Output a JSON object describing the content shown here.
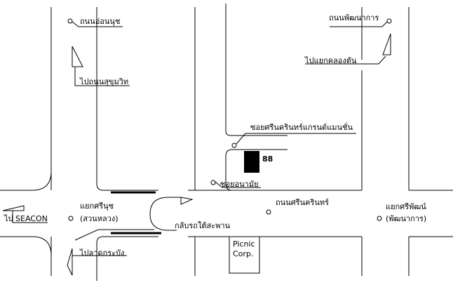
{
  "map": {
    "labels": {
      "road_onnut": "ถนนอ่อนนุช",
      "road_phatthanakan_top": "ถนนพัฒนาการ",
      "to_sukhumvit": "ไปถนนสุขุมวิท",
      "to_khlong_ton": "ไปแยกคลองตัน",
      "soi_srinagarindra_grand": "ซอยศรีนครินทร์แกรนด์แมนชั่น",
      "building_number": "88",
      "soi_anamai": "ซอยอนามัย",
      "to_seacon": "ไป SEACON",
      "junction_srinut": "แยกศรีนุช",
      "junction_srinut_sub": "(สวนหลวง)",
      "road_srinagarindra": "ถนนศรีนครินทร์",
      "junction_sriphat": "แยกศรีพัฒน์",
      "junction_sriphat_sub": "(พัฒนาการ)",
      "u_turn": "กลับรถใต้สะพาน",
      "picnic_line1": "Picnic",
      "picnic_line2": "Corp.",
      "to_lat_krabang": "ไปลาดกระบัง"
    },
    "colors": {
      "line": "#000000",
      "background": "#ffffff",
      "building": "#000000"
    }
  }
}
